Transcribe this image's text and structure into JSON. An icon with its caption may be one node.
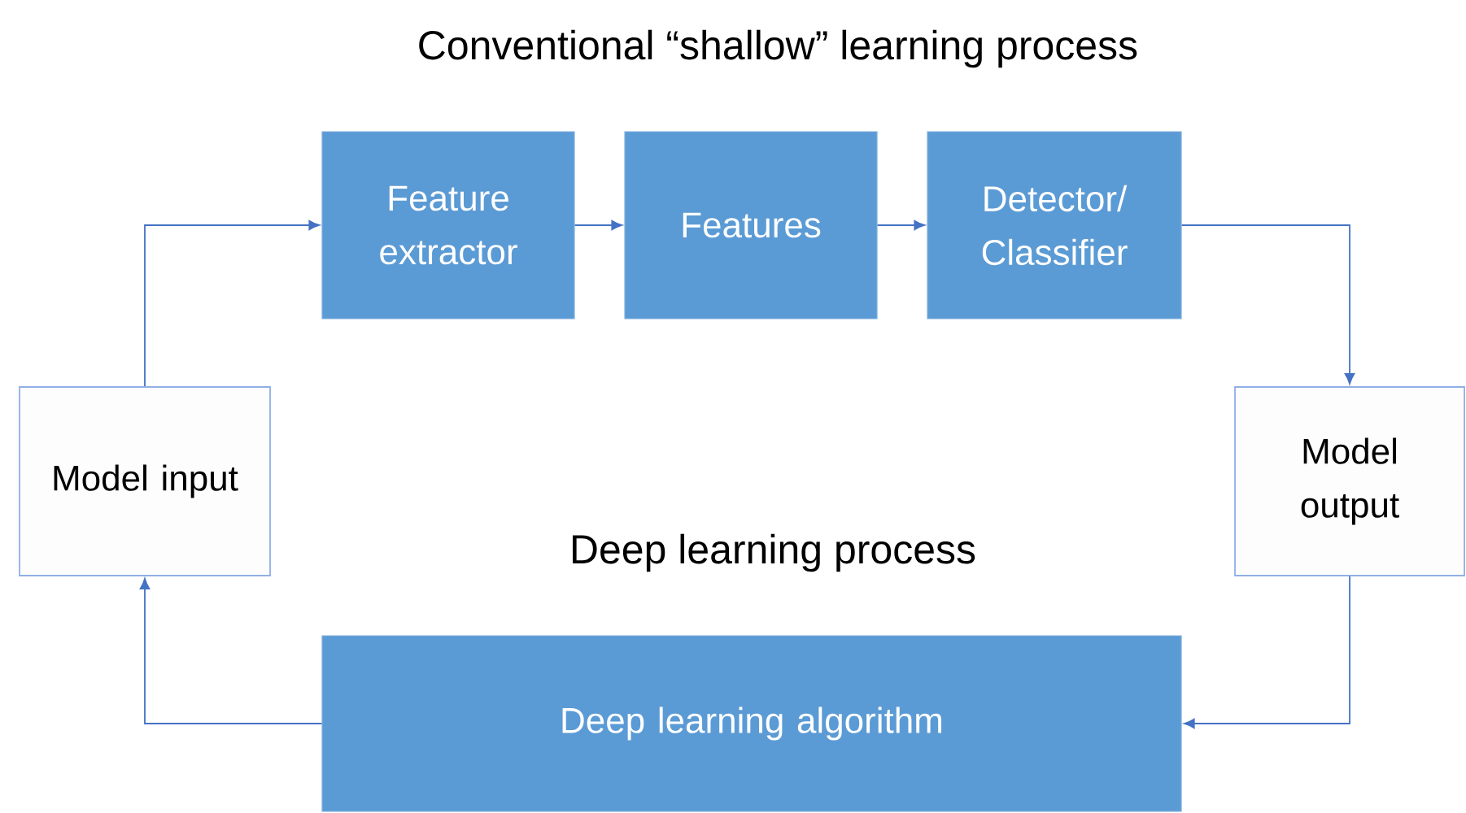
{
  "diagram": {
    "title": "Conventional “shallow” learning process",
    "nodes": [
      {
        "text": [
          "Model input"
        ]
      },
      {
        "text": [
          "Feature extractor"
        ]
      },
      {
        "text": [
          "Features"
        ]
      },
      {
        "text": [
          "Detector/ Classifier"
        ]
      },
      {
        "text": [
          "Model output"
        ]
      },
      {
        "text": [
          "Deep learning algorithm"
        ]
      }
    ],
    "edges": [
      {
        "from": 0,
        "to": 1,
        "arrow": "to"
      },
      {
        "from": 1,
        "to": 2,
        "arrow": "to"
      },
      {
        "from": 2,
        "to": 3,
        "arrow": "to"
      },
      {
        "from": 3,
        "to": 4,
        "arrow": "to"
      },
      {
        "from": 4,
        "to": 5,
        "arrow": "to"
      },
      {
        "from": 5,
        "to": 0,
        "arrow": "to"
      }
    ],
    "labels": [
      "Deep learning process"
    ]
  }
}
